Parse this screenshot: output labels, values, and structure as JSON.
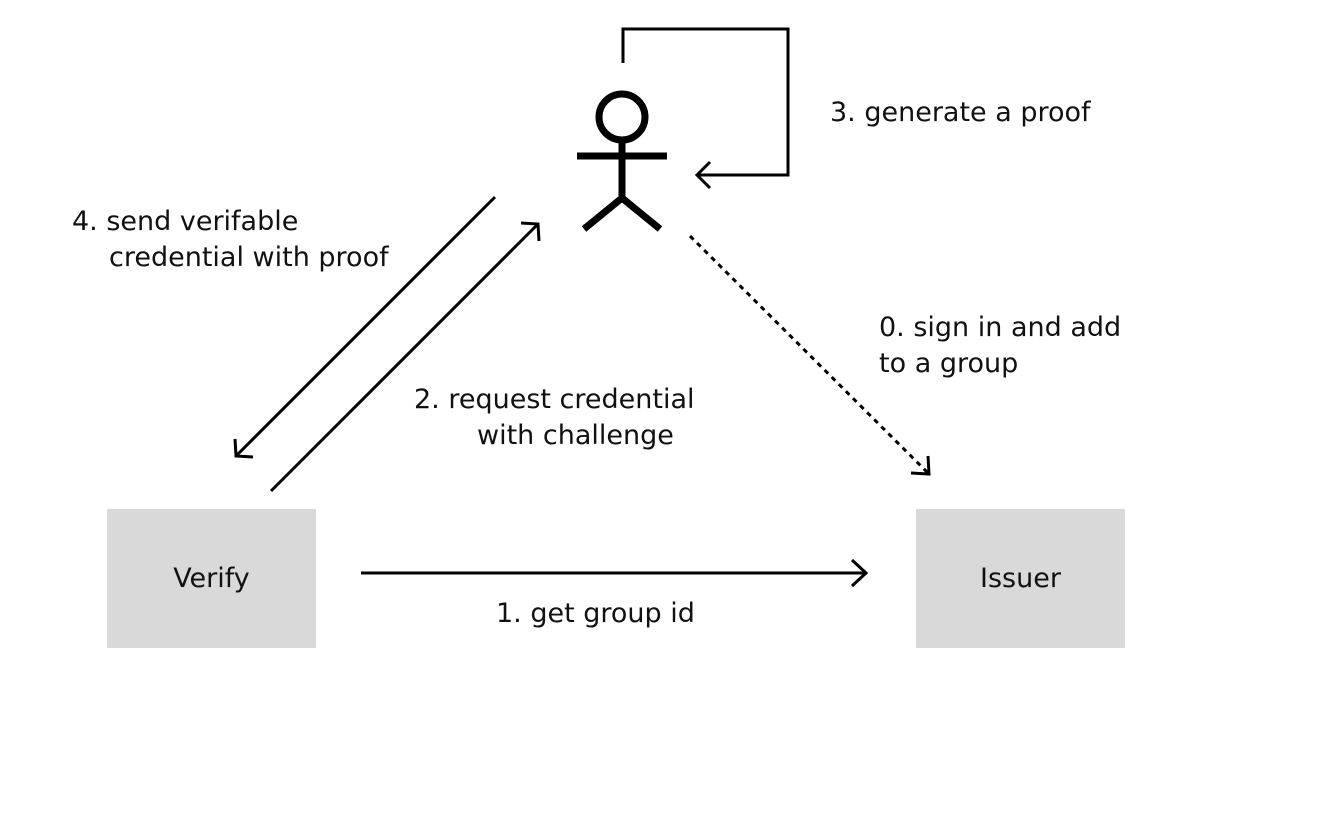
{
  "nodes": {
    "verify": "Verify",
    "issuer": "Issuer"
  },
  "edges": {
    "step0": [
      "0. sign in and add",
      "to a group"
    ],
    "step1": "1. get group id",
    "step2": [
      "2. request credential",
      "with challenge"
    ],
    "step3": "3. generate a proof",
    "step4": [
      "4. send verifable",
      "credential with proof"
    ]
  },
  "icons": {
    "actor": "stick-figure-user-icon"
  },
  "colors": {
    "box_fill": "#d9d9d9",
    "stroke": "#000000"
  }
}
